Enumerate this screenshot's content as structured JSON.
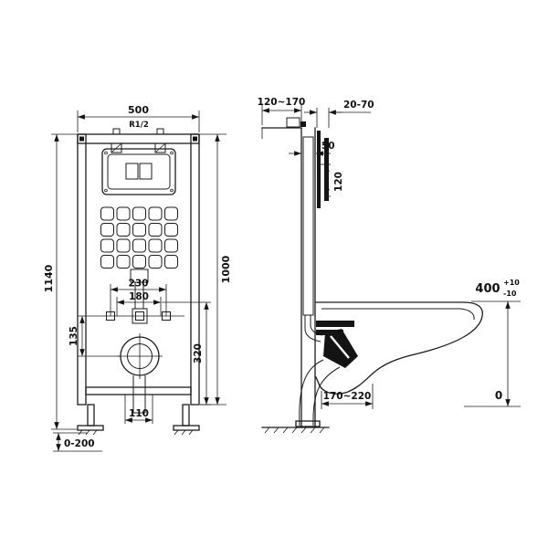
{
  "drawing": {
    "type": "technical installation drawing",
    "subject": "concealed cistern wall-hung toilet frame, front and side views",
    "line_color": "#1c1c1c",
    "background": "#ffffff"
  },
  "front_view": {
    "frame_width": "500",
    "frame_height": "1140",
    "inner_height": "1000",
    "bolt_spacing_outer": "230",
    "bolt_spacing_inner": "180",
    "outlet_drop": "135",
    "outlet_height": "320",
    "drain_width": "110",
    "foot_adjust_range": "0-200",
    "inlet_label": "R1/2"
  },
  "side_view": {
    "frame_depth_range": "120~170",
    "finish_thickness_range": "20-70",
    "plate_offset": "50",
    "plate_height": "120",
    "rim_height": "400",
    "rim_tolerance_plus": "+10",
    "rim_tolerance_minus": "-10",
    "outlet_distance_range": "170~220",
    "floor_level": "0"
  }
}
